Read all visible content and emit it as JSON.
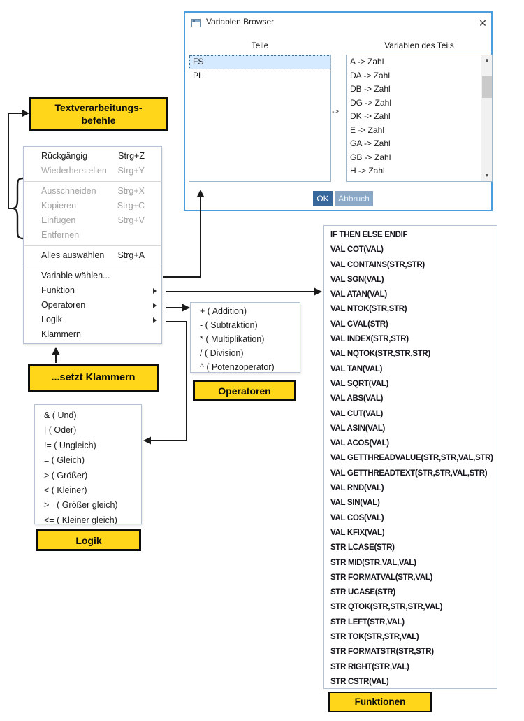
{
  "dialog": {
    "title": "Variablen Browser",
    "close": "✕",
    "teile_header": "Teile",
    "teile_items": [
      "FS",
      "PL"
    ],
    "selected_teil": "FS",
    "transfer_label": "->",
    "vars_header": "Variablen des Teils",
    "vars_items": [
      "A -> Zahl",
      "DA -> Zahl",
      "DB -> Zahl",
      "DG -> Zahl",
      "DK -> Zahl",
      "E -> Zahl",
      "GA -> Zahl",
      "GB -> Zahl",
      "H -> Zahl"
    ],
    "ok_label": "OK",
    "cancel_label": "Abbruch",
    "scroll_up_icon": "▲",
    "scroll_down_icon": "▼"
  },
  "annotations": {
    "text_commands_line1": "Textverarbeitungs-",
    "text_commands_line2": "befehle",
    "sets_brackets": "...setzt Klammern",
    "operators": "Operatoren",
    "logic": "Logik",
    "functions": "Funktionen"
  },
  "context_menu": {
    "items": [
      {
        "label": "Rückgängig",
        "shortcut": "Strg+Z",
        "enabled": true
      },
      {
        "label": "Wiederherstellen",
        "shortcut": "Strg+Y",
        "enabled": false
      },
      {
        "separator": true
      },
      {
        "label": "Ausschneiden",
        "shortcut": "Strg+X",
        "enabled": false
      },
      {
        "label": "Kopieren",
        "shortcut": "Strg+C",
        "enabled": false
      },
      {
        "label": "Einfügen",
        "shortcut": "Strg+V",
        "enabled": false
      },
      {
        "label": "Entfernen",
        "shortcut": "",
        "enabled": false
      },
      {
        "separator": true
      },
      {
        "label": "Alles auswählen",
        "shortcut": "Strg+A",
        "enabled": true
      },
      {
        "separator": true
      },
      {
        "label": "Variable wählen...",
        "shortcut": "",
        "enabled": true
      },
      {
        "label": "Funktion",
        "shortcut": "",
        "enabled": true,
        "submenu": true
      },
      {
        "label": "Operatoren",
        "shortcut": "",
        "enabled": true,
        "submenu": true
      },
      {
        "label": "Logik",
        "shortcut": "",
        "enabled": true,
        "submenu": true
      },
      {
        "label": "Klammern",
        "shortcut": "",
        "enabled": true
      }
    ]
  },
  "operators_menu": {
    "items": [
      "+ ( Addition)",
      "- ( Subtraktion)",
      "* ( Multiplikation)",
      "/ ( Division)",
      "^ ( Potenzoperator)"
    ]
  },
  "logic_menu": {
    "items": [
      "& ( Und)",
      "| ( Oder)",
      "!= ( Ungleich)",
      "= ( Gleich)",
      "> ( Größer)",
      "< ( Kleiner)",
      ">= ( Größer gleich)",
      "<= ( Kleiner gleich)"
    ]
  },
  "functions_list": {
    "items": [
      "IF THEN ELSE ENDIF",
      "VAL COT(VAL)",
      "VAL CONTAINS(STR,STR)",
      "VAL SGN(VAL)",
      "VAL ATAN(VAL)",
      "VAL NTOK(STR,STR)",
      "VAL CVAL(STR)",
      "VAL INDEX(STR,STR)",
      "VAL NQTOK(STR,STR,STR)",
      "VAL TAN(VAL)",
      "VAL SQRT(VAL)",
      "VAL ABS(VAL)",
      "VAL CUT(VAL)",
      "VAL ASIN(VAL)",
      "VAL ACOS(VAL)",
      "VAL GETTHREADVALUE(STR,STR,VAL,STR)",
      "VAL GETTHREADTEXT(STR,STR,VAL,STR)",
      "VAL RND(VAL)",
      "VAL SIN(VAL)",
      "VAL COS(VAL)",
      "VAL KFIX(VAL)",
      "STR LCASE(STR)",
      "STR MID(STR,VAL,VAL)",
      "STR FORMATVAL(STR,VAL)",
      "STR UCASE(STR)",
      "STR QTOK(STR,STR,STR,VAL)",
      "STR LEFT(STR,VAL)",
      "STR TOK(STR,STR,VAL)",
      "STR FORMATSTR(STR,STR)",
      "STR RIGHT(STR,VAL)",
      "STR CSTR(VAL)"
    ]
  },
  "colors": {
    "accent_yellow": "#ffd61a",
    "dialog_border": "#4a9ede",
    "ok_button": "#38689b",
    "cancel_button": "#8ba9c7",
    "selection": "#d5eaff"
  }
}
